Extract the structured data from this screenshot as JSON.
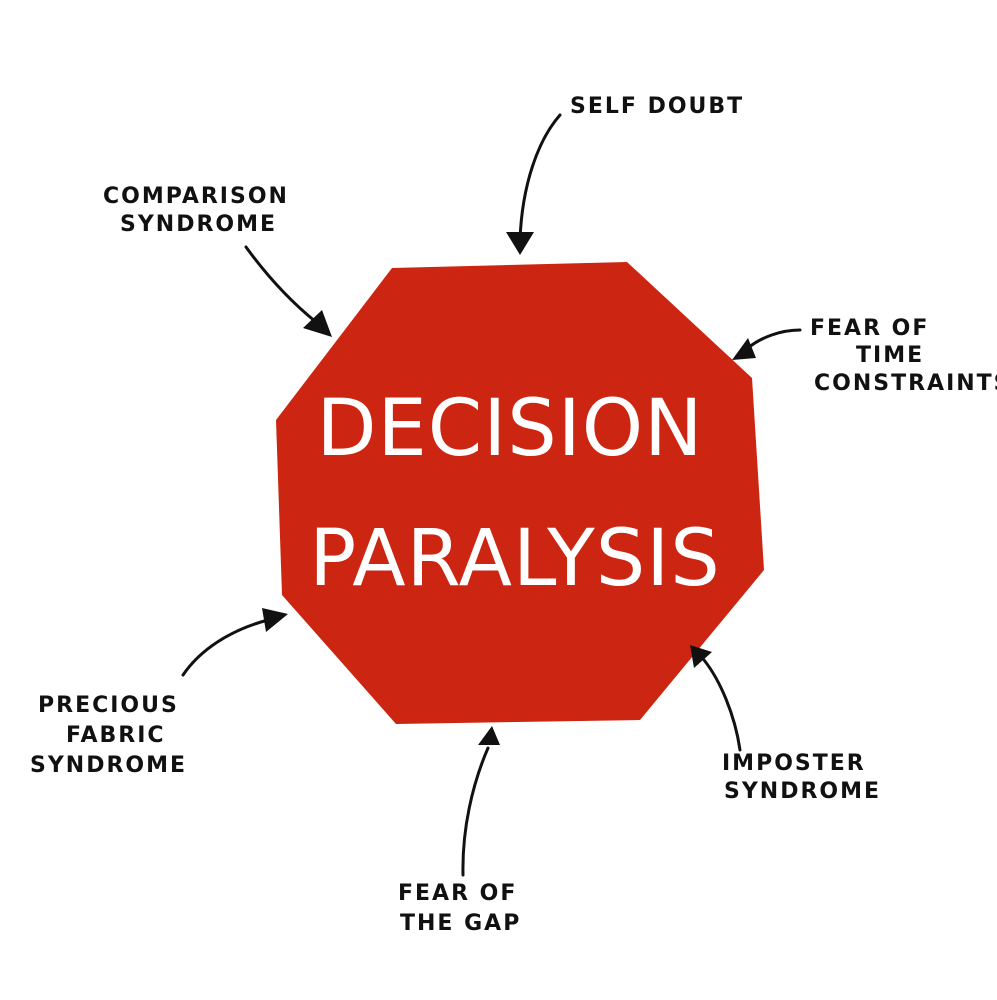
{
  "center": {
    "line1": "DECISION",
    "line2": "PARALYSIS",
    "fill": "#cc2511",
    "text_color": "#ffffff"
  },
  "causes": [
    {
      "id": "self-doubt",
      "lines": [
        "SELF DOUBT"
      ]
    },
    {
      "id": "comparison-syndrome",
      "lines": [
        "COMPARISON",
        "SYNDROME"
      ]
    },
    {
      "id": "fear-of-time-constraints",
      "lines": [
        "FEAR OF",
        "TIME",
        "CONSTRAINTS"
      ]
    },
    {
      "id": "precious-fabric-syndrome",
      "lines": [
        "PRECIOUS",
        "FABRIC",
        "SYNDROME"
      ]
    },
    {
      "id": "imposter-syndrome",
      "lines": [
        "IMPOSTER",
        "SYNDROME"
      ]
    },
    {
      "id": "fear-of-the-gap",
      "lines": [
        "FEAR OF",
        "THE GAP"
      ]
    }
  ]
}
